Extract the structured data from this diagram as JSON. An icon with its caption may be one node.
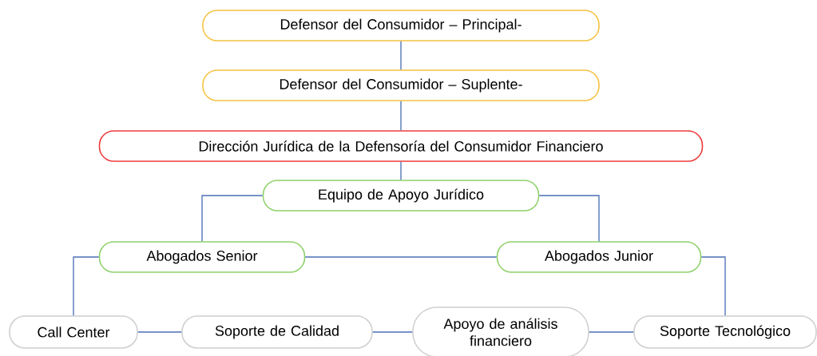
{
  "diagram": {
    "nodes": [
      {
        "text": [
          "Defensor del Consumidor – Principal-"
        ]
      },
      {
        "text": [
          "Defensor del Consumidor – Suplente-"
        ]
      },
      {
        "text": [
          "Dirección Jurídica de la Defensoría del Consumidor Financiero"
        ]
      },
      {
        "text": [
          "Equipo de Apoyo Jurídico"
        ]
      },
      {
        "text": [
          "Abogados Senior"
        ]
      },
      {
        "text": [
          "Abogados Junior"
        ]
      },
      {
        "text": [
          "Call Center"
        ]
      },
      {
        "text": [
          "Soporte de Calidad"
        ]
      },
      {
        "text": [
          "Apoyo de análisis financiero"
        ]
      },
      {
        "text": [
          "Soporte Tecnológico"
        ]
      }
    ],
    "edges": [
      {
        "from": 0,
        "to": 1,
        "arrow": "none"
      },
      {
        "from": 1,
        "to": 2,
        "arrow": "none"
      },
      {
        "from": 2,
        "to": 3,
        "arrow": "none"
      },
      {
        "from": 3,
        "to": 4,
        "arrow": "none"
      },
      {
        "from": 3,
        "to": 5,
        "arrow": "none"
      },
      {
        "from": 4,
        "to": 5,
        "arrow": "none"
      },
      {
        "from": 4,
        "to": 6,
        "arrow": "none"
      },
      {
        "from": 5,
        "to": 9,
        "arrow": "none"
      },
      {
        "from": 6,
        "to": 7,
        "arrow": "none"
      },
      {
        "from": 7,
        "to": 8,
        "arrow": "none"
      },
      {
        "from": 8,
        "to": 9,
        "arrow": "none"
      }
    ]
  }
}
